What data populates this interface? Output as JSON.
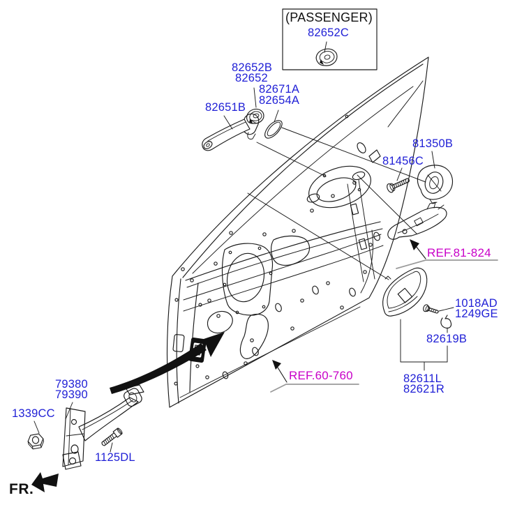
{
  "page": {
    "type": "vehicle-parts-diagram",
    "subject": "front door locking system - door checker, handles and latch",
    "front_indicator": "FR."
  },
  "passenger_box": {
    "title": "(PASSENGER)",
    "part_number": "82652C"
  },
  "parts": {
    "p82652c": "82652C",
    "p82652b": "82652B",
    "p82652": "82652",
    "p82671a": "82671A",
    "p82654a": "82654A",
    "p82651b": "82651B",
    "p81350b": "81350B",
    "p81456c": "81456C",
    "p1018ad": "1018AD",
    "p1249ge": "1249GE",
    "p82619b": "82619B",
    "p82611l": "82611L",
    "p82621r": "82621R",
    "p79380": "79380",
    "p79390": "79390",
    "p1339cc": "1339CC",
    "p1125dl": "1125DL"
  },
  "references": {
    "ref_81_824": "REF.81-824",
    "ref_60_760": "REF.60-760"
  },
  "colors": {
    "part_number_link": "#1f1fd6",
    "reference_link": "#c800c8",
    "line_art": "#1a1a1a",
    "underline": "#9a9a9a"
  }
}
